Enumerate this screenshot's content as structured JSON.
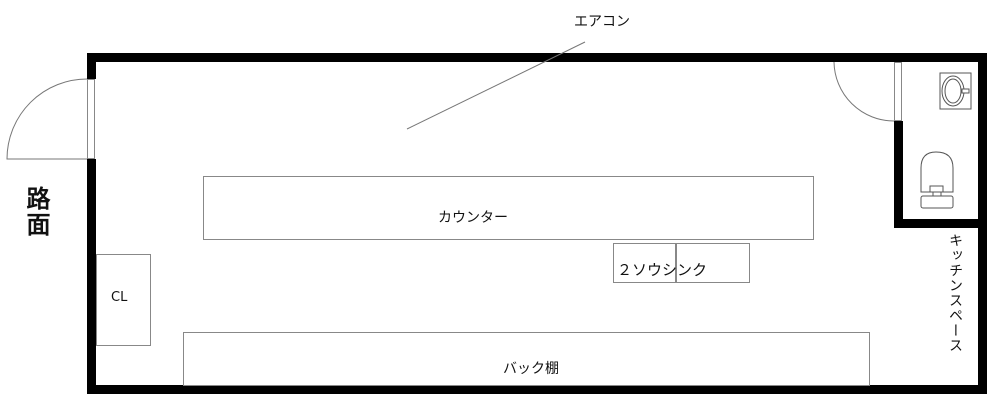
{
  "floorplan": {
    "street_label": "路面",
    "aircon_label": "エアコン",
    "counter_label": "カウンター",
    "sink_label": "２ソウシンク",
    "closet_label": "CL",
    "back_shelf_label": "バック棚",
    "kitchen_space_label": "キッチンスペース"
  },
  "colors": {
    "wall": "#000000",
    "fixture_outline": "#888888",
    "background": "#ffffff"
  }
}
